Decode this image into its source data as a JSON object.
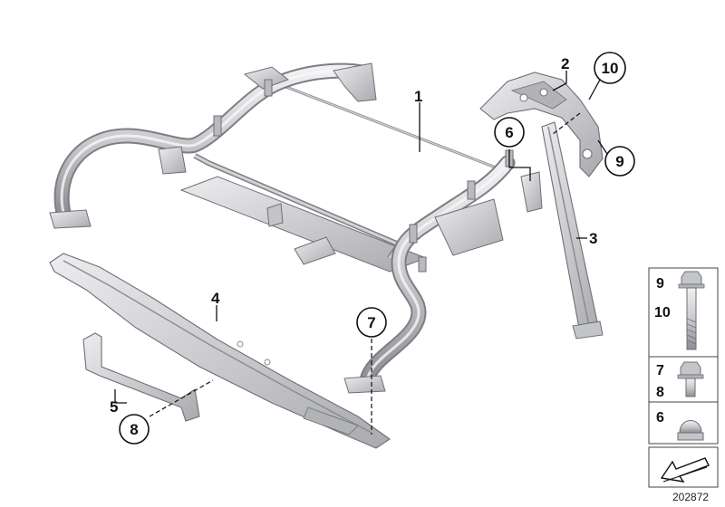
{
  "callouts": {
    "c1": "1",
    "c2": "2",
    "c3": "3",
    "c4": "4",
    "c5": "5",
    "c6": "6",
    "c7": "7",
    "c8": "8",
    "c9": "9",
    "c10": "10"
  },
  "legend": {
    "bolt_long_a": "9",
    "bolt_long_b": "10",
    "bolt_short_a": "7",
    "bolt_short_b": "8",
    "cap_nut": "6"
  },
  "document_id": "202872",
  "colors": {
    "metal_light": "#e4e4e7",
    "metal_mid": "#c2c3c7",
    "metal_dark": "#8f9096",
    "outline": "#6e6f74",
    "text": "#111111"
  }
}
